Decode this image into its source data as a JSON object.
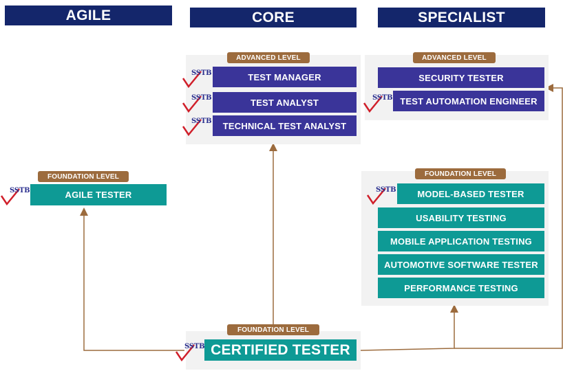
{
  "columns": {
    "agile": "AGILE",
    "core": "CORE",
    "specialist": "SPECIALIST"
  },
  "levels": {
    "advanced": "ADVANCED LEVEL",
    "foundation": "FOUNDATION LEVEL"
  },
  "logo_text": "SSTB",
  "core_advanced": [
    "TEST MANAGER",
    "TEST ANALYST",
    "TECHNICAL TEST ANALYST"
  ],
  "specialist_advanced": [
    "SECURITY TESTER",
    "TEST AUTOMATION ENGINEER"
  ],
  "specialist_foundation": [
    "MODEL-BASED TESTER",
    "USABILITY TESTING",
    "MOBILE APPLICATION TESTING",
    "AUTOMOTIVE SOFTWARE TESTER",
    "PERFORMANCE TESTING"
  ],
  "agile_foundation": "AGILE TESTER",
  "certified_tester": "CERTIFIED TESTER",
  "colors": {
    "header": "#14266b",
    "advanced_box": "#3a3499",
    "foundation_box": "#0e9a95",
    "level_tag": "#9c6b3d",
    "connector": "#9c6b3d"
  }
}
